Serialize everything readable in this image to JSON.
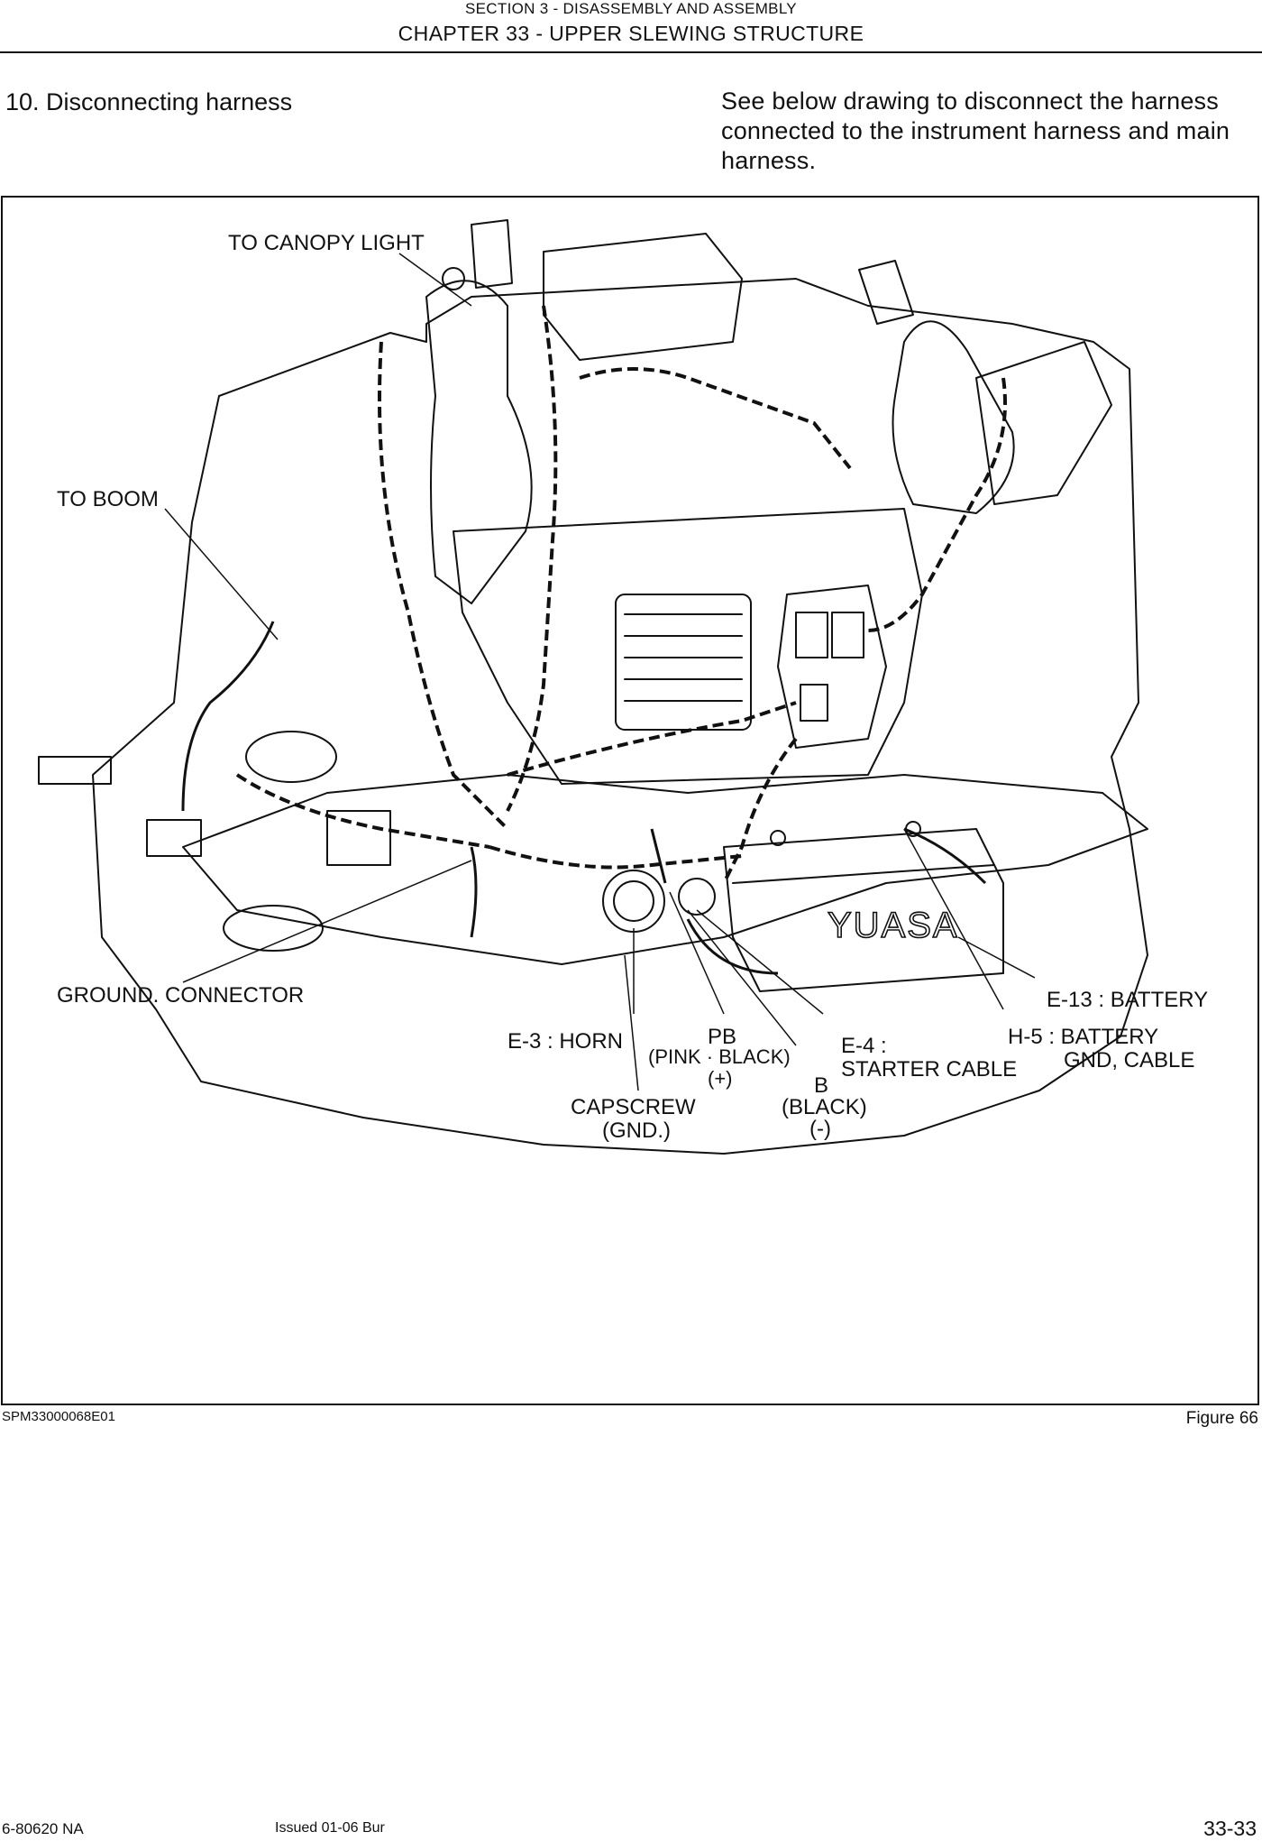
{
  "header": {
    "section": "SECTION 3 - DISASSEMBLY AND ASSEMBLY",
    "chapter": "CHAPTER 33 - UPPER SLEWING STRUCTURE"
  },
  "step": {
    "title": "10. Disconnecting harness",
    "instruction_lines": [
      "See below drawing to disconnect the harness",
      "connected to the instrument harness and main",
      "harness."
    ]
  },
  "figure": {
    "code": "SPM33000068E01",
    "number": "Figure 66",
    "battery_brand": "YUASA",
    "callouts": {
      "canopy_light": "TO CANOPY LIGHT",
      "boom": "TO BOOM",
      "ground_connector": "GROUND. CONNECTOR",
      "battery": "E-13 : BATTERY",
      "horn": "E-3 : HORN",
      "pb": "PB",
      "pb_color": "(PINK · BLACK)",
      "pb_sign": "(+)",
      "starter_1": "E-4 :",
      "starter_2": "STARTER CABLE",
      "gnd_cable_1": "H-5 : BATTERY",
      "gnd_cable_2": "GND, CABLE",
      "b": "B",
      "b_color": "(BLACK)",
      "b_sign": "(-)",
      "capscrew": "CAPSCREW",
      "capscrew_gnd": "(GND.)"
    }
  },
  "footer": {
    "doc_number": "6-80620 NA",
    "issued": "Issued 01-06    Bur",
    "page": "33-33"
  }
}
